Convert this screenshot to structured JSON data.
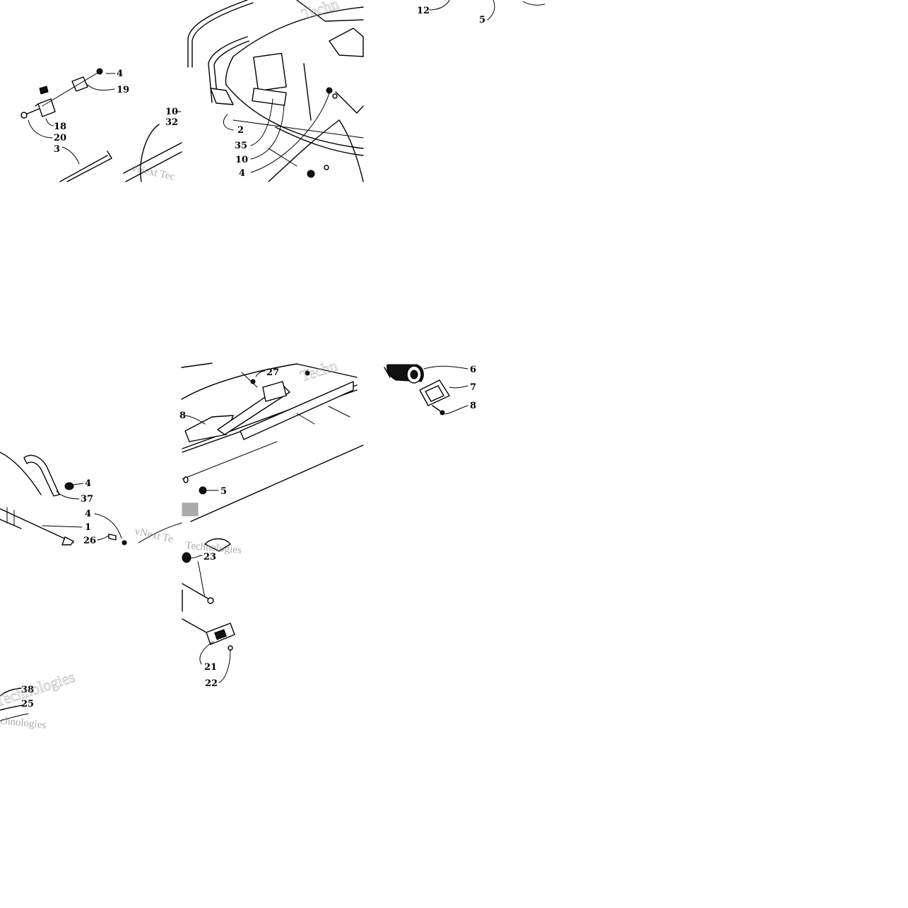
{
  "callouts": {
    "tile_top_left": [
      "4",
      "19",
      "18",
      "20",
      "3",
      "10",
      "32"
    ],
    "tile_top_mid": [
      "2",
      "35",
      "10",
      "4"
    ],
    "tile_top_right": [
      "12",
      "5"
    ],
    "tile_mid_left": [
      "4",
      "37",
      "4",
      "1",
      "26"
    ],
    "tile_mid_center": [
      "27",
      "8",
      "5",
      "23",
      "21",
      "22"
    ],
    "tile_mid_right": [
      "6",
      "7",
      "8"
    ],
    "tile_bottom_left": [
      "38",
      "25"
    ]
  },
  "watermarks": {
    "brand_a": "vNext Tec",
    "brand_b": "Technologies",
    "brand_c": "vNext Te",
    "brand_d": "Techn",
    "brand_e": "Technologies",
    "brand_f": "chnologies"
  }
}
